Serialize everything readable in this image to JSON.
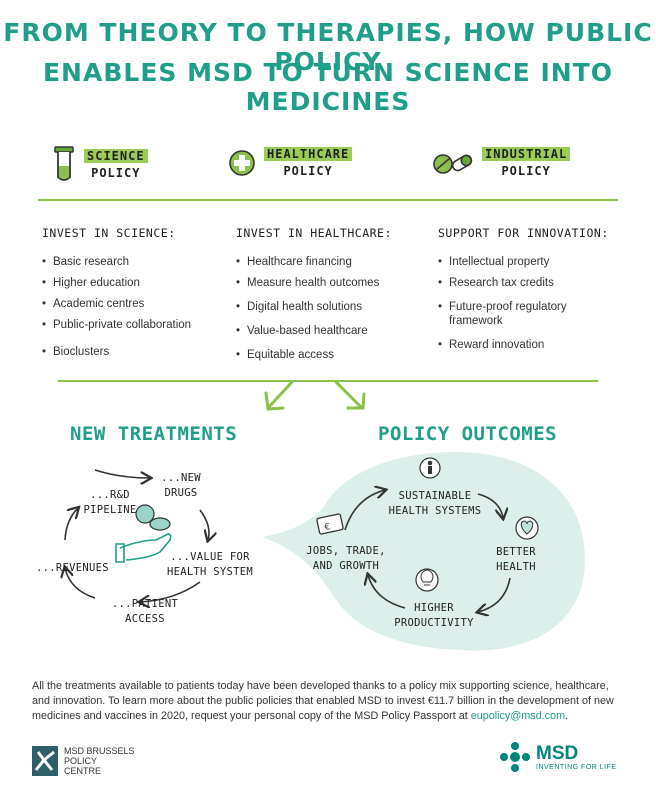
{
  "header": {
    "line1": "From theory to therapies, how public policy",
    "line2": "enables MSD to turn science into medicines"
  },
  "pillars": [
    {
      "title_top": "Science",
      "title_bottom": "Policy",
      "icon": "test-tube-icon"
    },
    {
      "title_top": "Healthcare",
      "title_bottom": "Policy",
      "icon": "medical-cross-icon"
    },
    {
      "title_top": "Industrial",
      "title_bottom": "Policy",
      "icon": "pills-icon"
    }
  ],
  "columns": [
    {
      "heading": "Invest in science:",
      "items": [
        "Basic research",
        "Higher education",
        "Academic centres",
        "Public-private collaboration",
        "Bioclusters"
      ]
    },
    {
      "heading": "Invest in healthcare:",
      "items": [
        "Healthcare financing",
        "Measure health outcomes",
        "Digital health solutions",
        "Value-based healthcare",
        "Equitable access"
      ]
    },
    {
      "heading": "Support for innovation:",
      "items": [
        "Intellectual property",
        "Research tax credits",
        "Future-proof regulatory framework",
        "Reward innovation"
      ]
    }
  ],
  "new_treatments": {
    "title": "New treatments",
    "cycle": {
      "rd": "...R&D Pipeline",
      "new_drugs": "...New Drugs",
      "value": "...Value for Health System",
      "access": "...Patient Access",
      "revenues": "...Revenues"
    }
  },
  "policy_outcomes": {
    "title": "Policy outcomes",
    "cycle": {
      "sustainable": "Sustainable Health Systems",
      "better": "Better Health",
      "productivity": "Higher Productivity",
      "jobs": "Jobs, Trade, and Growth"
    }
  },
  "footer": {
    "text": "All the treatments available to patients today have been developed thanks to a policy mix supporting science, healthcare, and innovation. To learn more about the public policies that enabled MSD to invest €11.7 billion in the development of new medicines and vaccines in 2020, request your personal copy of the MSD Policy Passport at ",
    "email": "eupolicy@msd.com",
    "end": "."
  },
  "logos": {
    "left": [
      "MSD Brussels",
      "Policy",
      "Centre"
    ],
    "right_name": "MSD",
    "right_tag": "Inventing for Life"
  },
  "colors": {
    "teal": "#1f9e89",
    "green": "#8cc04a",
    "highlight": "#9ccc58",
    "blob": "#dcefea"
  }
}
